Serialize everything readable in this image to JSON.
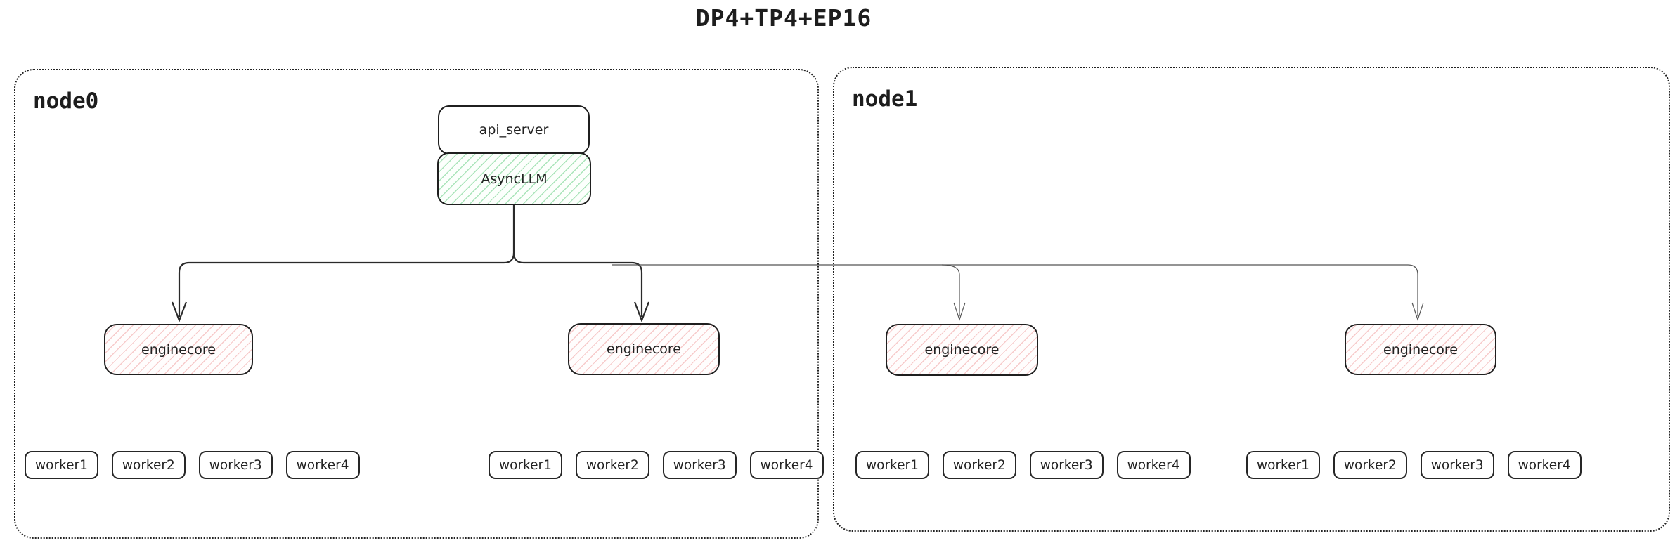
{
  "title": "DP4+TP4+EP16",
  "diagram": {
    "nodes": [
      {
        "label": "node0",
        "api_server_label": "api_server",
        "async_llm_label": "AsyncLLM",
        "enginecores": [
          "enginecore",
          "enginecore"
        ],
        "worker_groups": [
          {
            "workers": [
              "worker1",
              "worker2",
              "worker3",
              "worker4"
            ]
          },
          {
            "workers": [
              "worker1",
              "worker2",
              "worker3",
              "worker4"
            ]
          }
        ]
      },
      {
        "label": "node1",
        "enginecores": [
          "enginecore",
          "enginecore"
        ],
        "worker_groups": [
          {
            "workers": [
              "worker1",
              "worker2",
              "worker3",
              "worker4"
            ]
          },
          {
            "workers": [
              "worker1",
              "worker2",
              "worker3",
              "worker4"
            ]
          }
        ]
      }
    ],
    "connections": [
      {
        "from": "AsyncLLM",
        "to": "node0 enginecore 1",
        "style": "bold-arrow"
      },
      {
        "from": "AsyncLLM",
        "to": "node0 enginecore 2",
        "style": "bold-arrow"
      },
      {
        "from": "AsyncLLM",
        "to": "node1 enginecore 1",
        "style": "thin-arrow"
      },
      {
        "from": "AsyncLLM",
        "to": "node1 enginecore 2",
        "style": "thin-arrow"
      }
    ]
  },
  "colors": {
    "background": "#ffffff",
    "box_border": "#1f1f1f",
    "node_border_dotted": "#222222",
    "async_llm_hatch": "#7ed696",
    "enginecore_hatch": "#f0a0a0",
    "bold_line": "#2a2a2a",
    "thin_line": "#555555"
  }
}
